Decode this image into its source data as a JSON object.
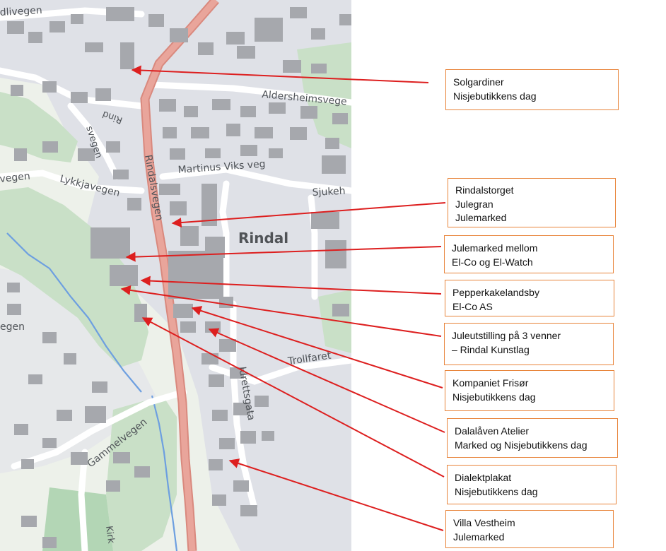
{
  "map": {
    "place_label": "Rindal",
    "street_labels": {
      "dlivegen": "dlivegen",
      "aldersheimsvegen": "Aldersheimsvege",
      "rind": "Rind",
      "rindalsvegen": "Rindalsvegen",
      "martinus_viks_veg": "Martinus Viks veg",
      "sjukeh": "Sjukeh",
      "lykkjavegen": "Lykkjavegen",
      "vegen_left": "vegen",
      "rindalsvegen_lower": "svegen",
      "egen": "egen",
      "trollfaret": "Trollfaret",
      "idrettsgata": "Idrettsgata",
      "gammelvegen": "Gammelvegen",
      "kirk": "Kirk"
    },
    "colors": {
      "land": "#edf1ea",
      "forest": "#c9e0c7",
      "built": "#dfe1e7",
      "building": "#a6a8ad",
      "main_road": "#e9a59b",
      "road": "#ffffff",
      "water": "#6d9fe0"
    }
  },
  "callouts": [
    {
      "id": "solgardiner",
      "lines": [
        "Solgardiner",
        "Nisjebutikkens dag"
      ]
    },
    {
      "id": "rindalstorget",
      "lines": [
        "Rindalstorget",
        "Julegran",
        "Julemarked"
      ]
    },
    {
      "id": "julemarked-mellom",
      "lines": [
        "Julemarked mellom",
        "El-Co og El-Watch"
      ]
    },
    {
      "id": "pepperkakelandsby",
      "lines": [
        "Pepperkakelandsby",
        "El-Co AS"
      ]
    },
    {
      "id": "juleutstilling",
      "lines": [
        "Juleutstilling på 3 venner",
        "– Rindal Kunstlag"
      ]
    },
    {
      "id": "kompaniet-frisor",
      "lines": [
        "Kompaniet Frisør",
        "Nisjebutikkens dag"
      ]
    },
    {
      "id": "dalalaven",
      "lines": [
        "Dalalåven Atelier",
        "Marked og Nisjebutikkens dag"
      ]
    },
    {
      "id": "dialektplakat",
      "lines": [
        "Dialektplakat",
        "Nisjebutikkens dag"
      ]
    },
    {
      "id": "villa-vestheim",
      "lines": [
        "Villa Vestheim",
        "Julemarked"
      ]
    }
  ],
  "arrow_color": "#dd1f1f",
  "callout_border_color": "#e8843a"
}
